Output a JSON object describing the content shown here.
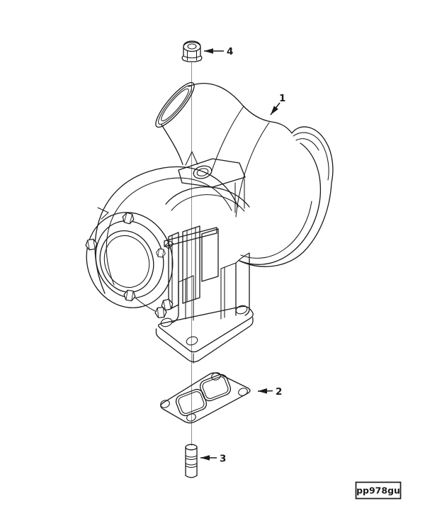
{
  "figure": {
    "kind": "parts-diagram",
    "code": "pp978gu",
    "colors": {
      "line": "#1a1a1a",
      "centerline": "#8f8f8f",
      "background": "#ffffff"
    },
    "callouts": [
      {
        "label": "1"
      },
      {
        "label": "2"
      },
      {
        "label": "3"
      },
      {
        "label": "4"
      }
    ]
  }
}
